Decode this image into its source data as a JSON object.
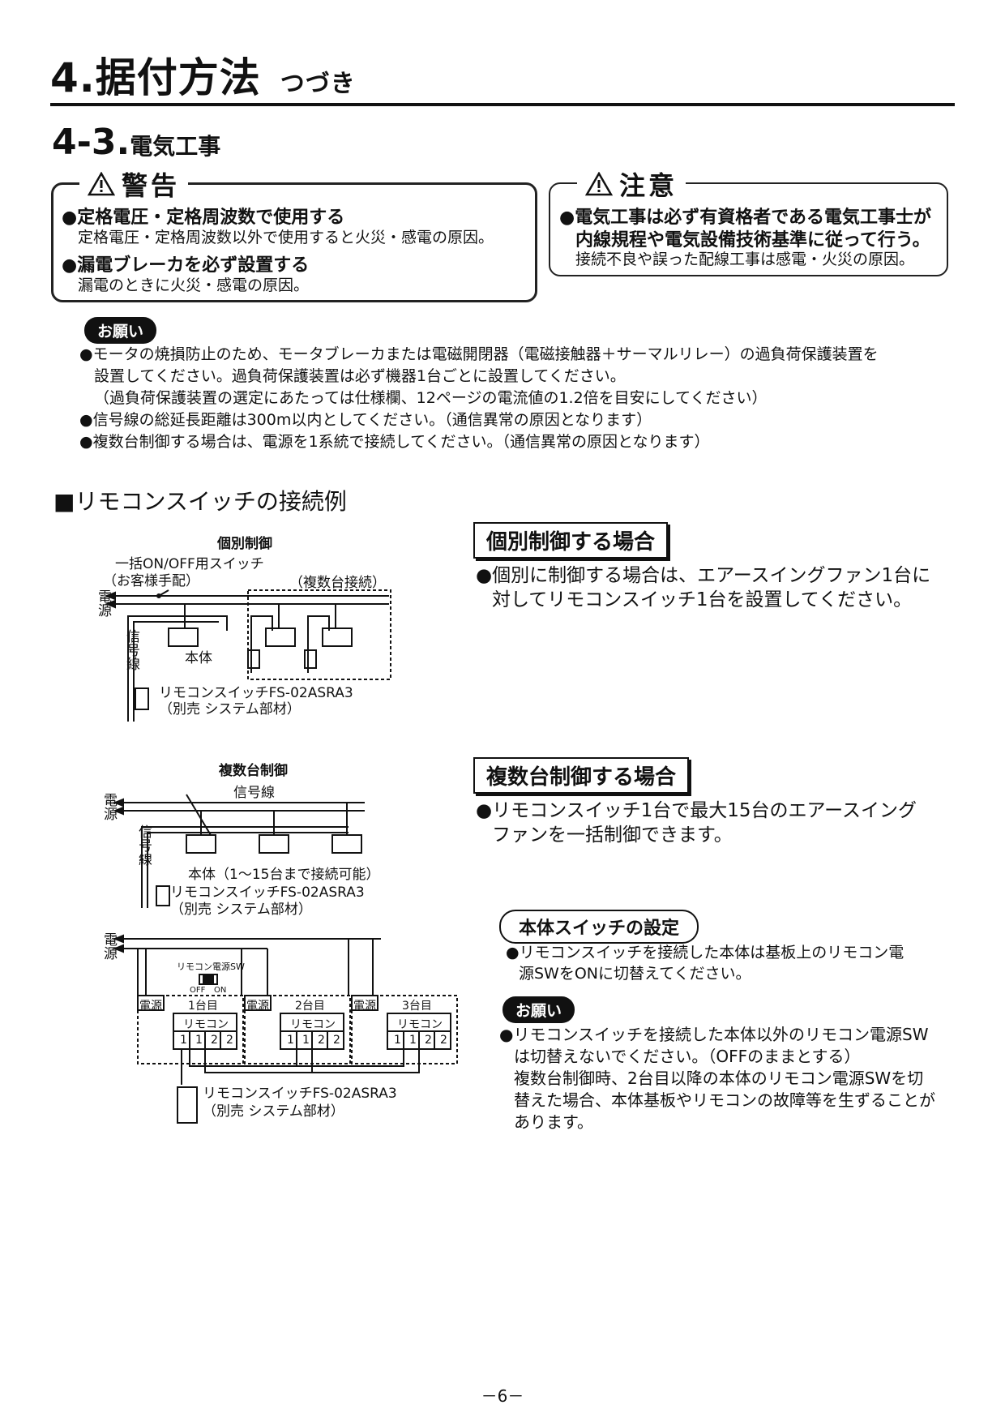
{
  "header": {
    "title": "4.据付方法",
    "subtitle": "つづき"
  },
  "section": {
    "number": "4-3.",
    "title": "電気工事"
  },
  "warning": {
    "title": "警告",
    "items": [
      {
        "bold": "●定格電圧・定格周波数で使用する",
        "note": "定格電圧・定格周波数以外で使用すると火災・感電の原因。"
      },
      {
        "bold": "●漏電ブレーカを必ず設置する",
        "note": "漏電のときに火災・感電の原因。"
      }
    ]
  },
  "caution": {
    "title": "注意",
    "bold_lines": [
      "●電気工事は必ず有資格者である電気工事士が",
      "内線規程や電気設備技術基準に従って行う。"
    ],
    "note": "接続不良や誤った配線工事は感電・火災の原因。"
  },
  "request1": {
    "pill": "お願い",
    "lines": [
      "●モータの焼損防止のため、モータブレーカまたは電磁開閉器（電磁接触器＋サーマルリレー）の過負荷保護装置を",
      "設置してください。過負荷保護装置は必ず機器1台ごとに設置してください。",
      "（過負荷保護装置の選定にあたっては仕様欄、12ページの電流値の1.2倍を目安にしてください）",
      "●信号線の総延長距離は300m以内としてください。（通信異常の原因となります）",
      "●複数台制御する場合は、電源を1系統で接続してください。（通信異常の原因となります）"
    ]
  },
  "remote_section": {
    "title": "■リモコンスイッチの接続例"
  },
  "diagram1": {
    "title": "個別制御",
    "switch_label": "一括ON/OFF用スイッチ",
    "switch_note": "（お客様手配）",
    "multi_label": "（複数台接続）",
    "power": "電源",
    "signal": "信号線",
    "body": "本体",
    "remote_label": "リモコンスイッチFS-02ASRA3",
    "remote_note": "（別売 システム部材）"
  },
  "individual": {
    "label": "個別制御する場合",
    "lines": [
      "●個別に制御する場合は、エアースイングファン1台に",
      "対してリモコンスイッチ1台を設置してください。"
    ]
  },
  "diagram2": {
    "title": "複数台制御",
    "power": "電源",
    "signal_top": "信号線",
    "signal": "信号線",
    "body": "本体（1〜15台まで接続可能）",
    "remote_label": "リモコンスイッチFS-02ASRA3",
    "remote_note": "（別売 システム部材）"
  },
  "multi": {
    "label": "複数台制御する場合",
    "lines": [
      "●リモコンスイッチ1台で最大15台のエアースイング",
      "ファンを一括制御できます。"
    ]
  },
  "diagram3": {
    "power": "電源",
    "sw_label": "リモコン電源SW",
    "off": "OFF",
    "on": "ON",
    "units": [
      "1台目",
      "2台目",
      "3台目"
    ],
    "unit_power": "電源",
    "remocon": "リモコン",
    "terminals": [
      "1",
      "1",
      "2",
      "2"
    ],
    "remote_label": "リモコンスイッチFS-02ASRA3",
    "remote_note": "（別売 システム部材）"
  },
  "switch_setting": {
    "label": "本体スイッチの設定",
    "lines": [
      "●リモコンスイッチを接続した本体は基板上のリモコン電",
      "源SWをONに切替えてください。"
    ]
  },
  "request2": {
    "pill": "お願い",
    "lines": [
      "●リモコンスイッチを接続した本体以外のリモコン電源SW",
      "は切替えないでください。（OFFのままとする）",
      "複数台制御時、2台目以降の本体のリモコン電源SWを切",
      "替えた場合、本体基板やリモコンの故障等を生ずることが",
      "あります。"
    ]
  },
  "footer": {
    "page": "－6－"
  }
}
